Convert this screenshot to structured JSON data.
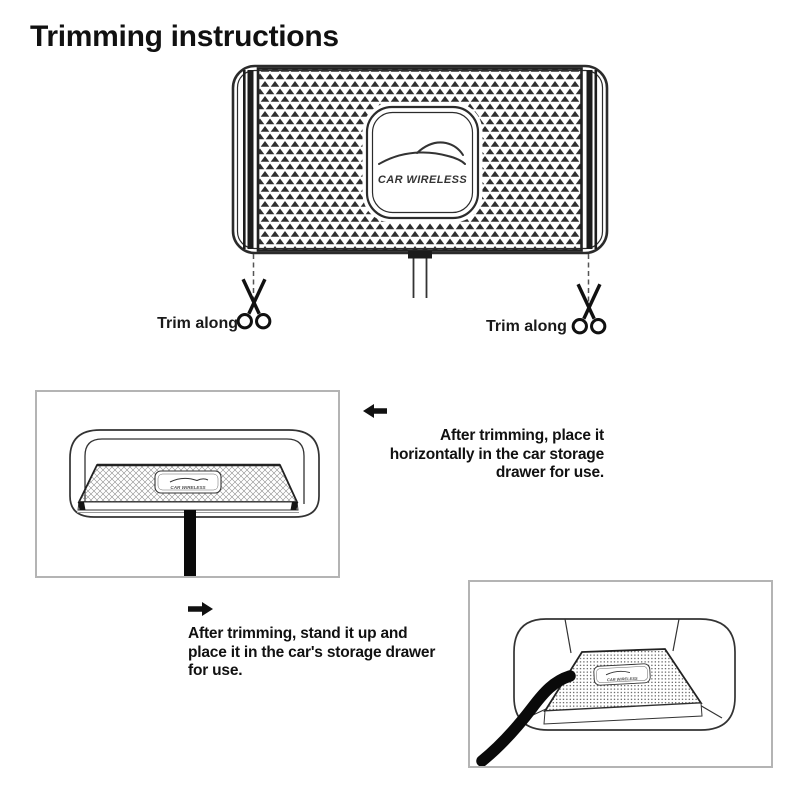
{
  "title": "Trimming instructions",
  "logo_text": "CAR WIRELESS",
  "trim": {
    "left_label": "Trim along",
    "right_label": "Trim along"
  },
  "sections": {
    "horizontal": {
      "lines": [
        "After trimming, place it",
        "horizontally in the car storage",
        "drawer for use."
      ]
    },
    "vertical": {
      "lines": [
        "After trimming, stand it up and",
        "place it in the car's storage drawer",
        "for use."
      ]
    }
  },
  "colors": {
    "ink": "#111111",
    "line_art": "#333333",
    "box_border": "#b4b4b4"
  }
}
